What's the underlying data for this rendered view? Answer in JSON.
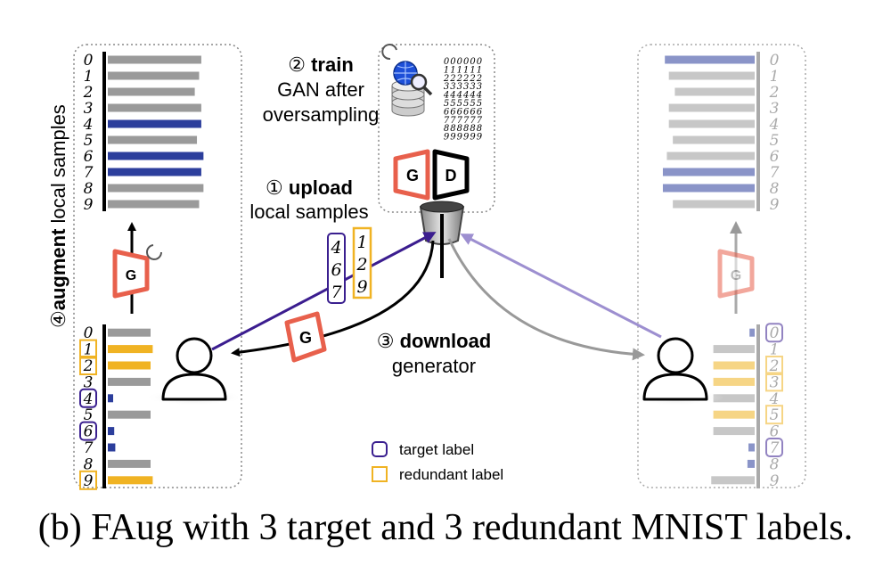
{
  "steps": {
    "train": {
      "num": "②",
      "bold": "train",
      "line2": "GAN after",
      "line3": "oversampling"
    },
    "upload": {
      "num": "①",
      "bold": "upload",
      "line2": "local samples"
    },
    "download": {
      "num": "③",
      "bold": "download",
      "line2": "generator"
    },
    "augment": {
      "num": "④",
      "bold": "augment",
      "rest": " local samples"
    }
  },
  "generator_label": "G",
  "discriminator_label": "D",
  "digits": [
    "0",
    "1",
    "2",
    "3",
    "4",
    "5",
    "6",
    "7",
    "8",
    "9"
  ],
  "mnist_rows": [
    "000000",
    "111111",
    "222222",
    "333333",
    "444444",
    "555555",
    "666666",
    "777777",
    "888888",
    "999999"
  ],
  "upload_groups": {
    "target": [
      "4",
      "6",
      "7"
    ],
    "redundant": [
      "1",
      "2",
      "9"
    ]
  },
  "left_top_bars": [
    {
      "len": 0.86,
      "kind": "normal"
    },
    {
      "len": 0.84,
      "kind": "normal"
    },
    {
      "len": 0.8,
      "kind": "normal"
    },
    {
      "len": 0.86,
      "kind": "normal"
    },
    {
      "len": 0.86,
      "kind": "target"
    },
    {
      "len": 0.82,
      "kind": "normal"
    },
    {
      "len": 0.88,
      "kind": "target"
    },
    {
      "len": 0.86,
      "kind": "target"
    },
    {
      "len": 0.88,
      "kind": "normal"
    },
    {
      "len": 0.84,
      "kind": "normal"
    }
  ],
  "left_bottom_bars": [
    {
      "len": 0.8,
      "kind": "normal"
    },
    {
      "len": 0.84,
      "kind": "redundant"
    },
    {
      "len": 0.8,
      "kind": "redundant"
    },
    {
      "len": 0.8,
      "kind": "normal"
    },
    {
      "len": 0.1,
      "kind": "target"
    },
    {
      "len": 0.8,
      "kind": "normal"
    },
    {
      "len": 0.12,
      "kind": "target"
    },
    {
      "len": 0.14,
      "kind": "target"
    },
    {
      "len": 0.8,
      "kind": "normal"
    },
    {
      "len": 0.84,
      "kind": "redundant"
    }
  ],
  "right_top_bars": [
    {
      "len": 0.9,
      "kind": "target"
    },
    {
      "len": 0.86,
      "kind": "normal"
    },
    {
      "len": 0.8,
      "kind": "normal"
    },
    {
      "len": 0.86,
      "kind": "normal"
    },
    {
      "len": 0.86,
      "kind": "normal"
    },
    {
      "len": 0.82,
      "kind": "normal"
    },
    {
      "len": 0.88,
      "kind": "normal"
    },
    {
      "len": 0.92,
      "kind": "target"
    },
    {
      "len": 0.92,
      "kind": "target"
    },
    {
      "len": 0.82,
      "kind": "normal"
    }
  ],
  "right_bottom_bars": [
    {
      "len": 0.1,
      "kind": "target"
    },
    {
      "len": 0.8,
      "kind": "normal"
    },
    {
      "len": 0.8,
      "kind": "redundant"
    },
    {
      "len": 0.8,
      "kind": "redundant"
    },
    {
      "len": 0.8,
      "kind": "normal"
    },
    {
      "len": 0.8,
      "kind": "redundant"
    },
    {
      "len": 0.8,
      "kind": "normal"
    },
    {
      "len": 0.12,
      "kind": "target"
    },
    {
      "len": 0.14,
      "kind": "target"
    },
    {
      "len": 0.84,
      "kind": "normal"
    }
  ],
  "left_boxed": {
    "target": [
      4,
      6
    ],
    "redundant": [
      1,
      2,
      9
    ]
  },
  "right_boxed": {
    "target": [
      0,
      7
    ],
    "redundant": [
      2,
      3,
      5
    ]
  },
  "legend": {
    "target": "target label",
    "redundant": "redundant label"
  },
  "colors": {
    "target": "#2c3e9c",
    "redundant": "#f0b323",
    "normal": "#9a9a9a",
    "target_box": "#3a1f8f",
    "generator": "#e8604c",
    "upload_arrow": "#3b1d8f",
    "faded_arrow": "#9d8fd0"
  },
  "caption": "(b) FAug with 3 target and 3 redundant MNIST labels."
}
